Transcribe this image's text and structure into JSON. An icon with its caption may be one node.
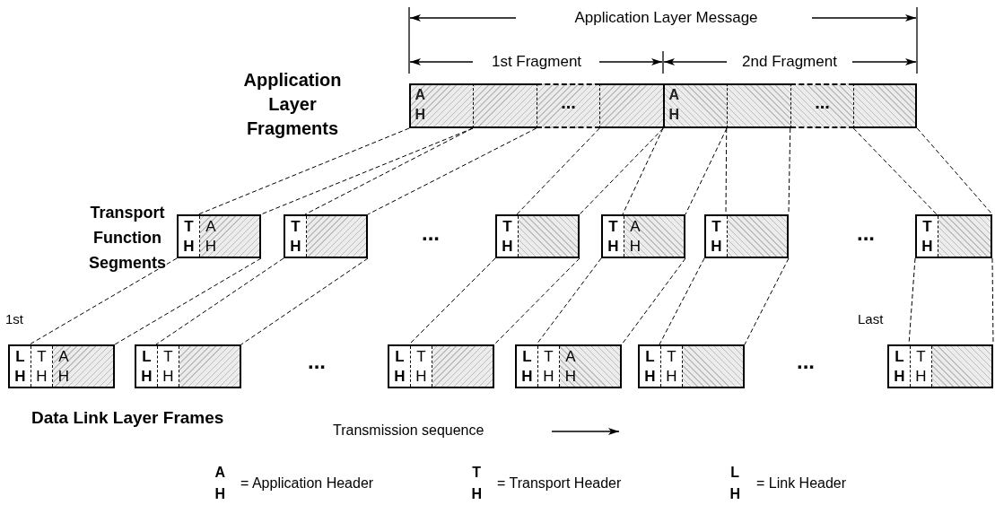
{
  "diagram": {
    "nodes": [
      {
        "text": [
          "A H"
        ]
      },
      {
        "text": [],
        "shape": "box"
      },
      {
        "text": [
          "..."
        ]
      },
      {
        "text": [],
        "shape": "box"
      },
      {
        "text": [
          "A H"
        ]
      },
      {
        "text": [],
        "shape": "box"
      },
      {
        "text": [
          "..."
        ]
      },
      {
        "text": [],
        "shape": "box"
      },
      {
        "text": [
          "T H",
          "A H"
        ]
      },
      {
        "text": [
          "T H"
        ]
      },
      {
        "text": [
          "T H"
        ]
      },
      {
        "text": [
          "T H",
          "A H"
        ]
      },
      {
        "text": [
          "T H"
        ]
      },
      {
        "text": [
          "T H"
        ]
      },
      {
        "text": [
          "L H",
          "T H",
          "A H"
        ]
      },
      {
        "text": [
          "L H",
          "T H"
        ]
      },
      {
        "text": [
          "L H",
          "T H"
        ]
      },
      {
        "text": [
          "L H",
          "T H",
          "A H"
        ]
      },
      {
        "text": [
          "L H",
          "T H"
        ]
      },
      {
        "text": [
          "L H",
          "T H"
        ]
      }
    ],
    "edges": [
      {
        "from": 0,
        "to": 8,
        "arrow": "none",
        "style": "dashed"
      },
      {
        "from": 0,
        "to": 8,
        "arrow": "none",
        "style": "dashed"
      },
      {
        "from": 1,
        "to": 9,
        "arrow": "none",
        "style": "dashed"
      },
      {
        "from": 1,
        "to": 9,
        "arrow": "none",
        "style": "dashed"
      },
      {
        "from": 3,
        "to": 10,
        "arrow": "none",
        "style": "dashed"
      },
      {
        "from": 3,
        "to": 10,
        "arrow": "none",
        "style": "dashed"
      },
      {
        "from": 4,
        "to": 11,
        "arrow": "none",
        "style": "dashed"
      },
      {
        "from": 4,
        "to": 11,
        "arrow": "none",
        "style": "dashed"
      },
      {
        "from": 5,
        "to": 12,
        "arrow": "none",
        "style": "dashed"
      },
      {
        "from": 5,
        "to": 12,
        "arrow": "none",
        "style": "dashed"
      },
      {
        "from": 7,
        "to": 13,
        "arrow": "none",
        "style": "dashed"
      },
      {
        "from": 7,
        "to": 13,
        "arrow": "none",
        "style": "dashed"
      },
      {
        "from": 8,
        "to": 14,
        "arrow": "none",
        "style": "dashed"
      },
      {
        "from": 8,
        "to": 14,
        "arrow": "none",
        "style": "dashed"
      },
      {
        "from": 9,
        "to": 15,
        "arrow": "none",
        "style": "dashed"
      },
      {
        "from": 9,
        "to": 15,
        "arrow": "none",
        "style": "dashed"
      },
      {
        "from": 10,
        "to": 16,
        "arrow": "none",
        "style": "dashed"
      },
      {
        "from": 10,
        "to": 16,
        "arrow": "none",
        "style": "dashed"
      },
      {
        "from": 11,
        "to": 17,
        "arrow": "none",
        "style": "dashed"
      },
      {
        "from": 11,
        "to": 17,
        "arrow": "none",
        "style": "dashed"
      },
      {
        "from": 12,
        "to": 18,
        "arrow": "none",
        "style": "dashed"
      },
      {
        "from": 12,
        "to": 18,
        "arrow": "none",
        "style": "dashed"
      },
      {
        "from": 13,
        "to": 19,
        "arrow": "none",
        "style": "dashed"
      },
      {
        "from": 13,
        "to": 19,
        "arrow": "none",
        "style": "dashed"
      }
    ],
    "labels": [
      "Application Layer Message",
      "1st Fragment",
      "2nd Fragment",
      "Application Layer Fragments",
      "Transport Function Segments",
      "...",
      "...",
      "1st",
      "Last",
      "...",
      "...",
      "Data Link Layer Frames",
      "Transmission sequence",
      "A H",
      "= Application Header",
      "T H",
      "= Transport Header",
      "L H",
      "= Link Header"
    ]
  }
}
